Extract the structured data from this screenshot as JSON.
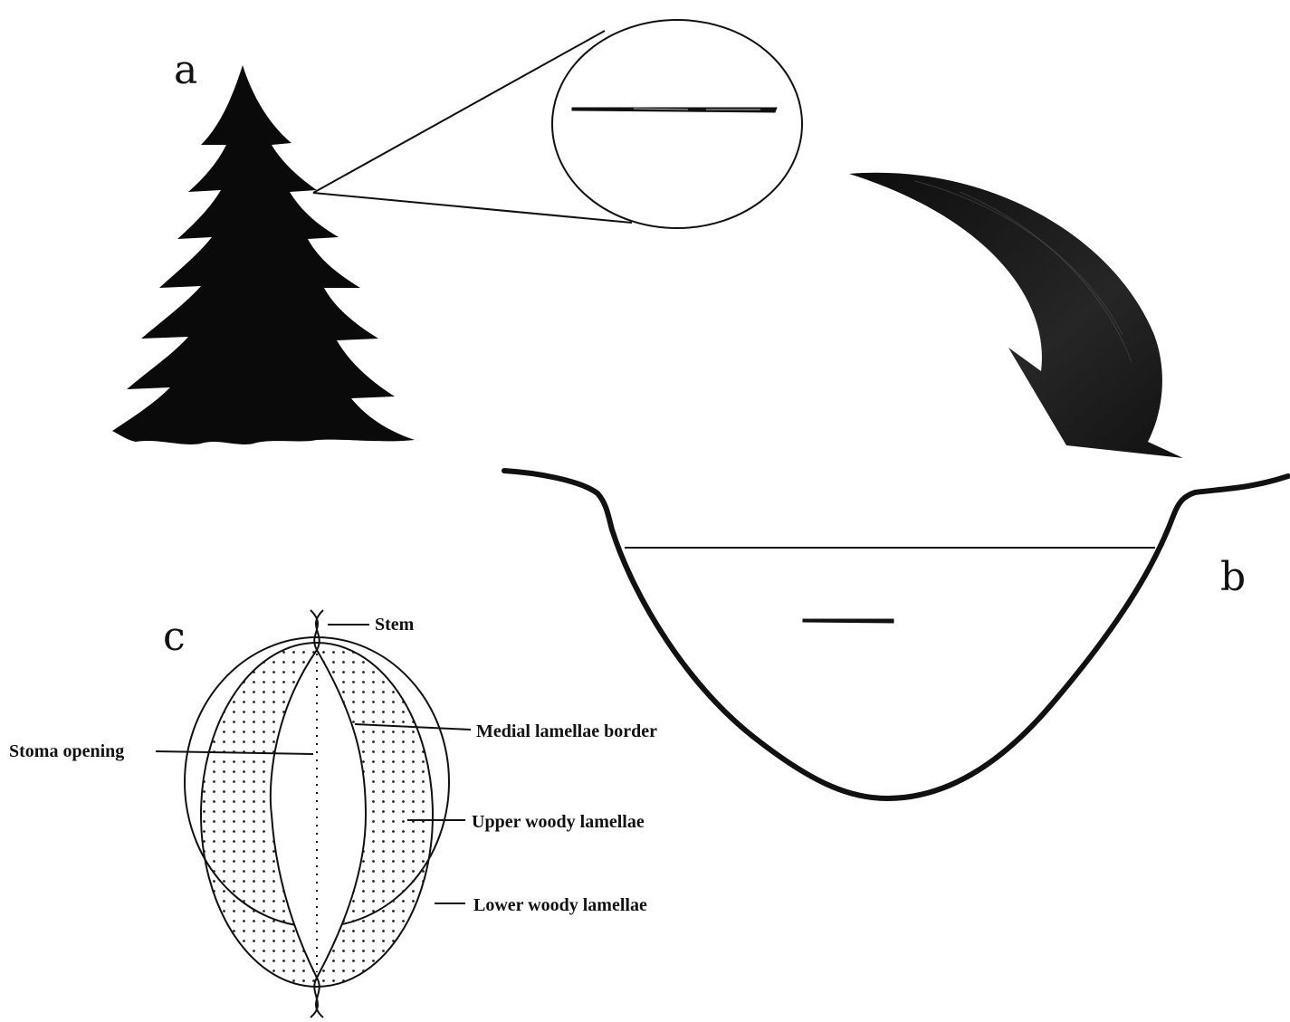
{
  "panels": {
    "a": "a",
    "b": "b",
    "c": "c"
  },
  "labels": {
    "stem": "Stem",
    "stoma_opening": "Stoma opening",
    "medial_border": "Medial lamellae border",
    "upper_woody": "Upper woody lamellae",
    "lower_woody": "Lower woody lamellae"
  },
  "colors": {
    "ink": "#111111",
    "tree": "#0a0a0a",
    "arrow": "#1a1a1a",
    "background": "#ffffff"
  }
}
